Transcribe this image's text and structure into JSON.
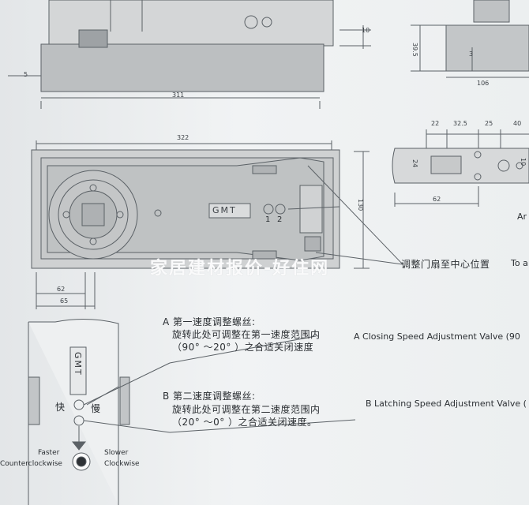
{
  "dimensions": {
    "top_height_10": "10",
    "left_5": "5",
    "top_length": "311",
    "right_height": "39.5",
    "right_small": "3",
    "right_width": "106",
    "main_length": "322",
    "main_height": "130",
    "offset_62": "62",
    "offset_65": "65",
    "detail_22": "22",
    "detail_325": "32.5",
    "detail_25": "25",
    "detail_40": "40",
    "detail_24": "24",
    "detail_62": "62",
    "detail_10": "10"
  },
  "device": {
    "brand_label": "GMT",
    "valve_numbers": [
      "1",
      "2"
    ],
    "side_label": "GMT"
  },
  "annotations": {
    "center_position_cn": "调整门扇至中心位置",
    "center_position_en": "To a",
    "right_cut": "Ar",
    "valve_a_title_cn": "A 第一速度调整螺丝:",
    "valve_a_line1_cn": "旋转此处可调整在第一速度范围内",
    "valve_a_line2_cn": "（90° ～20° ）之合适关闭速度",
    "valve_a_en": "A Closing Speed Adjustment Valve (90",
    "valve_b_title_cn": "B 第二速度调整螺丝:",
    "valve_b_line1_cn": "旋转此处可调整在第二速度范围内",
    "valve_b_line2_cn": "（20° ～0° ）之合适关闭速度。",
    "valve_b_en": "B Latching Speed Adjustment Valve (",
    "fast_cn": "快",
    "slow_cn": "慢",
    "faster": "Faster",
    "counterclockwise": "Counterclockwise",
    "slower": "Slower",
    "clockwise": "Clockwise"
  },
  "watermark": "家居建材报价-好住网",
  "colors": {
    "line": "#5b6166",
    "body_fill": "#c9cbcc",
    "dark_fill": "#a9acae"
  }
}
